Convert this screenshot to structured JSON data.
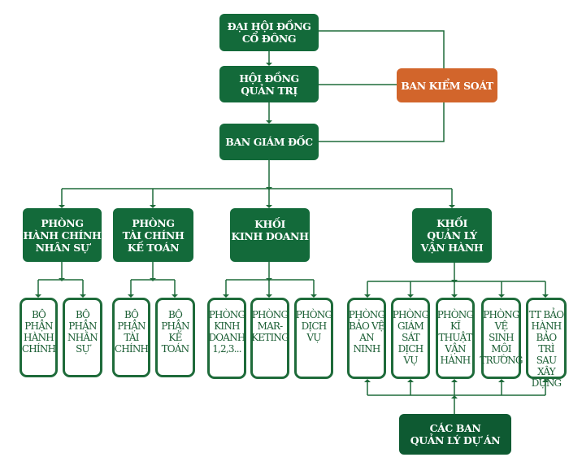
{
  "colors": {
    "primary_green": "#136a3a",
    "control_orange": "#d2652b",
    "connector_green": "#1e6b3a",
    "text_on_outline": "#1b5e34"
  },
  "top": {
    "shareholders": "ĐẠI HỘI ĐỒNG\nCỔ ĐÔNG",
    "board": "HỘI ĐỒNG\nQUẢN TRỊ",
    "directors": "BAN GIÁM ĐỐC",
    "supervisory": "BAN KIỂM SOÁT"
  },
  "divisions": [
    {
      "label": "PHÒNG\nHÀNH CHÍNH\nNHÂN SỰ",
      "units": [
        "BỘ\nPHẬN\nHÀNH\nCHÍNH",
        "BỘ\nPHẬN\nNHÂN\nSỰ"
      ]
    },
    {
      "label": "PHÒNG\nTÀI CHÍNH\nKẾ TOÁN",
      "units": [
        "BỘ\nPHẬN\nTÀI\nCHÍNH",
        "BỘ\nPHẬN\nKẾ\nTOÁN"
      ]
    },
    {
      "label": "KHỐI\nKINH DOANH",
      "units": [
        "PHÒNG\nKINH\nDOANH\n1,2,3...",
        "PHÒNG\nMAR-\nKETING",
        "PHÒNG\nDỊCH\nVỤ"
      ]
    },
    {
      "label": "KHỐI\nQUẢN LÝ\nVẬN HÀNH",
      "units": [
        "PHÒNG\nBẢO VỆ\nAN\nNINH",
        "PHÒNG\nGIÁM\nSÁT\nDỊCH\nVỤ",
        "PHÒNG\nKĨ\nTHUẬT\nVẬN\nHÀNH",
        "PHÒNG\nVỆ\nSINH\nMÔI\nTRƯỜNG",
        "TT BẢO\nHÀNH\nBẢO TRÌ\nSAU XÂY\nDỰNG"
      ]
    }
  ],
  "projects": "CÁC BAN\nQUẢN LÝ DỰ ÁN"
}
